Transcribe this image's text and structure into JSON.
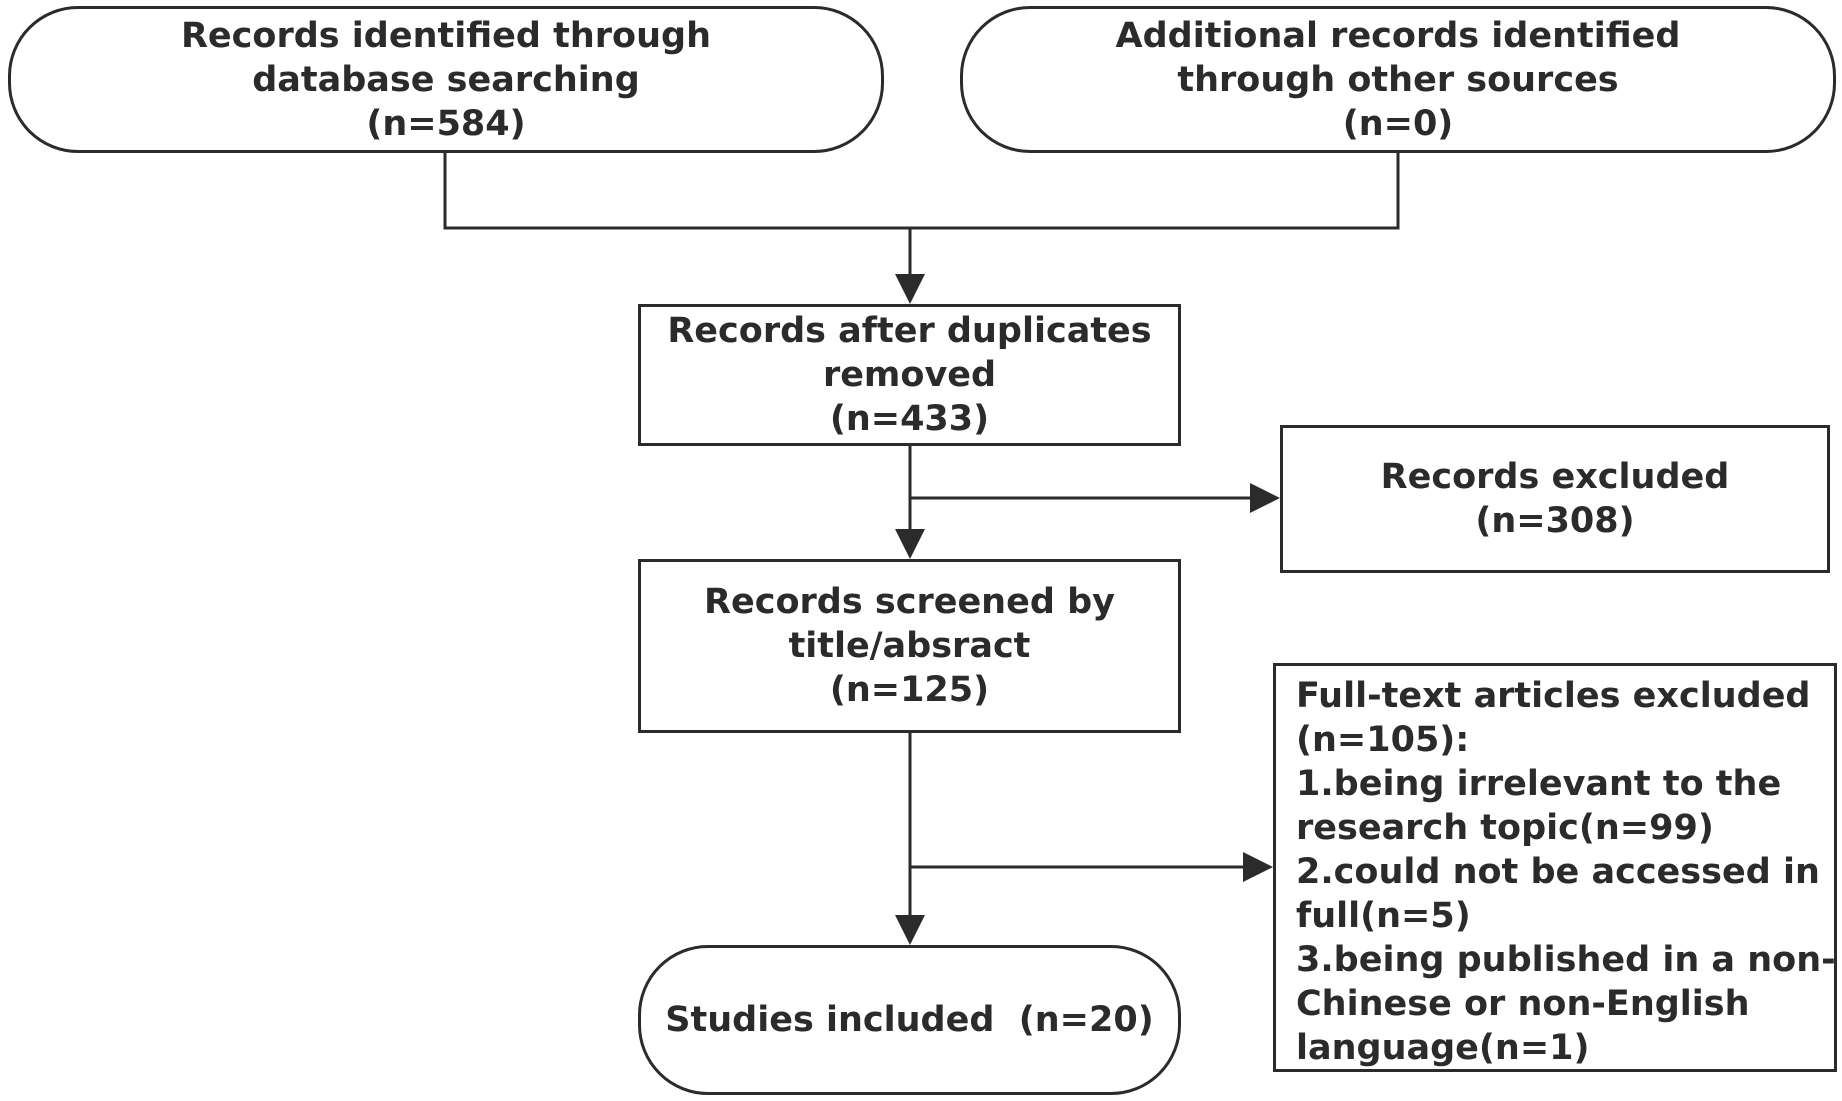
{
  "boxes": {
    "database": {
      "lines": [
        "Records identified through",
        "database searching",
        "(n=584)"
      ]
    },
    "other_sources": {
      "lines": [
        "Additional records identified",
        "through other sources",
        "(n=0)"
      ]
    },
    "after_duplicates": {
      "lines": [
        "Records after duplicates",
        "removed",
        "(n=433)"
      ]
    },
    "records_excluded": {
      "lines": [
        "Records excluded",
        "(n=308)"
      ]
    },
    "screened": {
      "lines": [
        "Records screened by",
        "title/absract",
        "(n=125)"
      ]
    },
    "fulltext_excluded": {
      "lines": [
        "Full-text articles excluded",
        "(n=105):",
        "1.being irrelevant to the",
        "research topic(n=99)",
        "2.could not be accessed in",
        "full(n=5)",
        "3.being published in a non-",
        "Chinese or non-English",
        "language(n=1)"
      ]
    },
    "included": {
      "lines": [
        "Studies included  (n=20)"
      ]
    }
  },
  "colors": {
    "stroke": "#2b2b2b",
    "background": "#ffffff"
  }
}
